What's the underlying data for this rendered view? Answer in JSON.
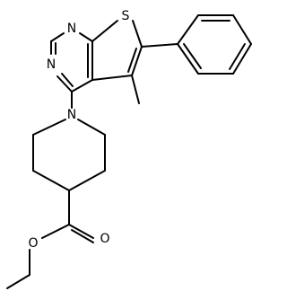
{
  "structure": {
    "atoms": {
      "n_top": "N",
      "n_left": "N",
      "s_thiophene": "S",
      "n_piperidine": "N",
      "o_carbonyl": "O",
      "o_ester": "O"
    }
  },
  "colors": {
    "bond": "#000000",
    "label": "#000000",
    "background": "#ffffff"
  }
}
